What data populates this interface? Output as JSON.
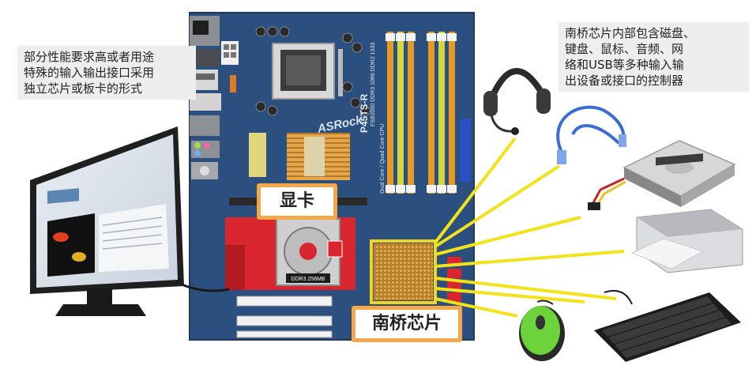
{
  "notes": {
    "left": "部分性能要求高或者用途\n特殊的输入输出接口采用\n独立芯片或板卡的形式",
    "right": "南桥芯片内部包含磁盘、\n键盘、鼠标、音频、网\n络和USB等多种输入输\n出设备或接口的控制器"
  },
  "labels": {
    "gpu": "显卡",
    "southbridge": "南桥芯片"
  },
  "board_text": {
    "brand": "ASRock",
    "model": "P45TS-R",
    "cpu_support": "Dual Core / Quad Core CPU",
    "dram": "FSB2000 DDR3 1066 DDR2 1333",
    "gpu_card_text": "DDR3 256MB"
  },
  "devices": [
    "headset",
    "network-cable",
    "hard-disk",
    "printer",
    "keyboard",
    "mouse",
    "monitor"
  ],
  "colors": {
    "board": "#2b4f7e",
    "connector_line": "#f2e21a",
    "chip_box": "#f3d41c",
    "label_border": "#f5a84a",
    "gpu_card": "#d9262e",
    "dimm_orange": "#e59a25",
    "dimm_yellow": "#d5d63a"
  }
}
